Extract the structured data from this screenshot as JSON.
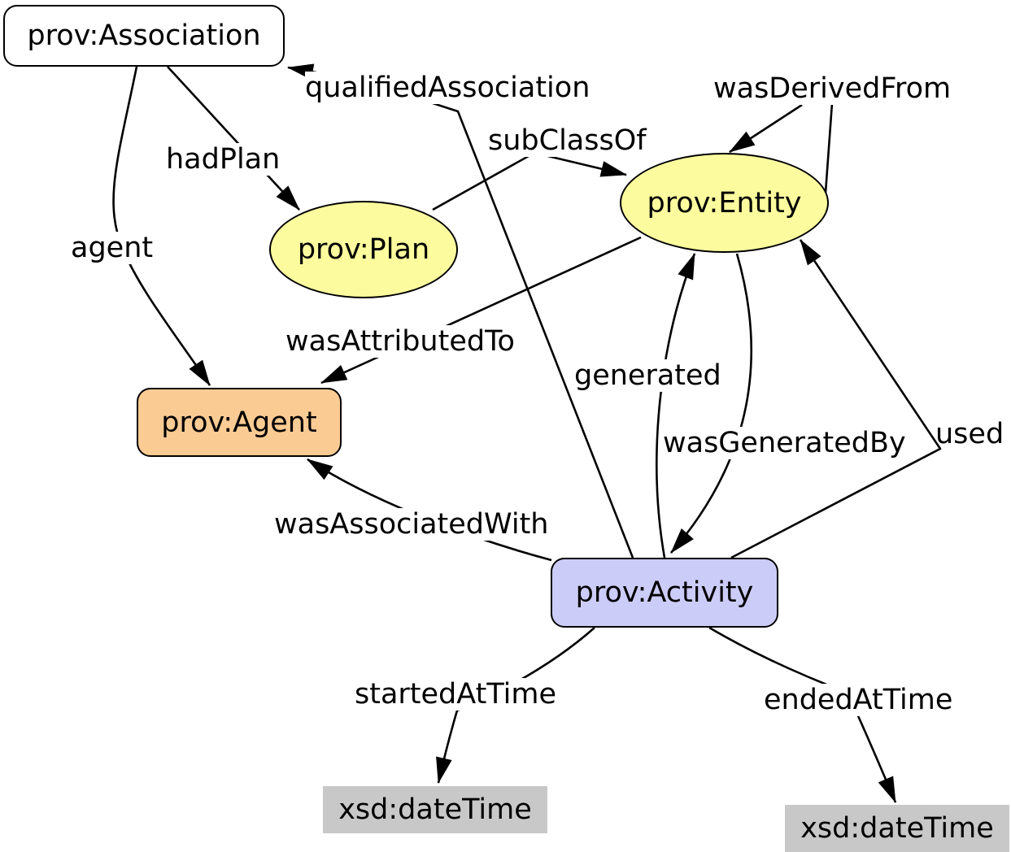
{
  "nodes": {
    "association": {
      "label": "prov:Association",
      "shape": "rounded-rectangle",
      "fill": "#FFFFFF"
    },
    "plan": {
      "label": "prov:Plan",
      "shape": "ellipse",
      "fill": "#FCFC9F"
    },
    "entity": {
      "label": "prov:Entity",
      "shape": "ellipse",
      "fill": "#FCFC9F"
    },
    "agent": {
      "label": "prov:Agent",
      "shape": "rounded-rectangle",
      "fill": "#FBCB94"
    },
    "activity": {
      "label": "prov:Activity",
      "shape": "rounded-rectangle",
      "fill": "#CCCCF8"
    },
    "datetime_start": {
      "label": "xsd:dateTime",
      "shape": "rectangle",
      "fill": "#C8C8C8"
    },
    "datetime_end": {
      "label": "xsd:dateTime",
      "shape": "rectangle",
      "fill": "#C8C8C8"
    }
  },
  "edges": {
    "qualified_association": {
      "label": "qualifiedAssociation",
      "from": "activity",
      "to": "association"
    },
    "had_plan": {
      "label": "hadPlan",
      "from": "association",
      "to": "plan"
    },
    "agent": {
      "label": "agent",
      "from": "association",
      "to": "agent"
    },
    "subclass_of": {
      "label": "subClassOf",
      "from": "plan",
      "to": "entity"
    },
    "was_derived_from": {
      "label": "wasDerivedFrom",
      "from": "entity",
      "to": "entity"
    },
    "was_attributed_to": {
      "label": "wasAttributedTo",
      "from": "entity",
      "to": "agent"
    },
    "generated": {
      "label": "generated",
      "from": "activity",
      "to": "entity"
    },
    "was_generated_by": {
      "label": "wasGeneratedBy",
      "from": "entity",
      "to": "activity"
    },
    "used": {
      "label": "used",
      "from": "activity",
      "to": "entity"
    },
    "was_associated_with": {
      "label": "wasAssociatedWith",
      "from": "activity",
      "to": "agent"
    },
    "started_at_time": {
      "label": "startedAtTime",
      "from": "activity",
      "to": "datetime_start"
    },
    "ended_at_time": {
      "label": "endedAtTime",
      "from": "activity",
      "to": "datetime_end"
    }
  },
  "colors": {
    "background": "#FFFFFF",
    "entity_fill": "#FCFC9F",
    "agent_fill": "#FBCB94",
    "activity_fill": "#CCCCF8",
    "datetime_fill": "#C8C8C8",
    "line": "#000000",
    "text": "#000000"
  }
}
